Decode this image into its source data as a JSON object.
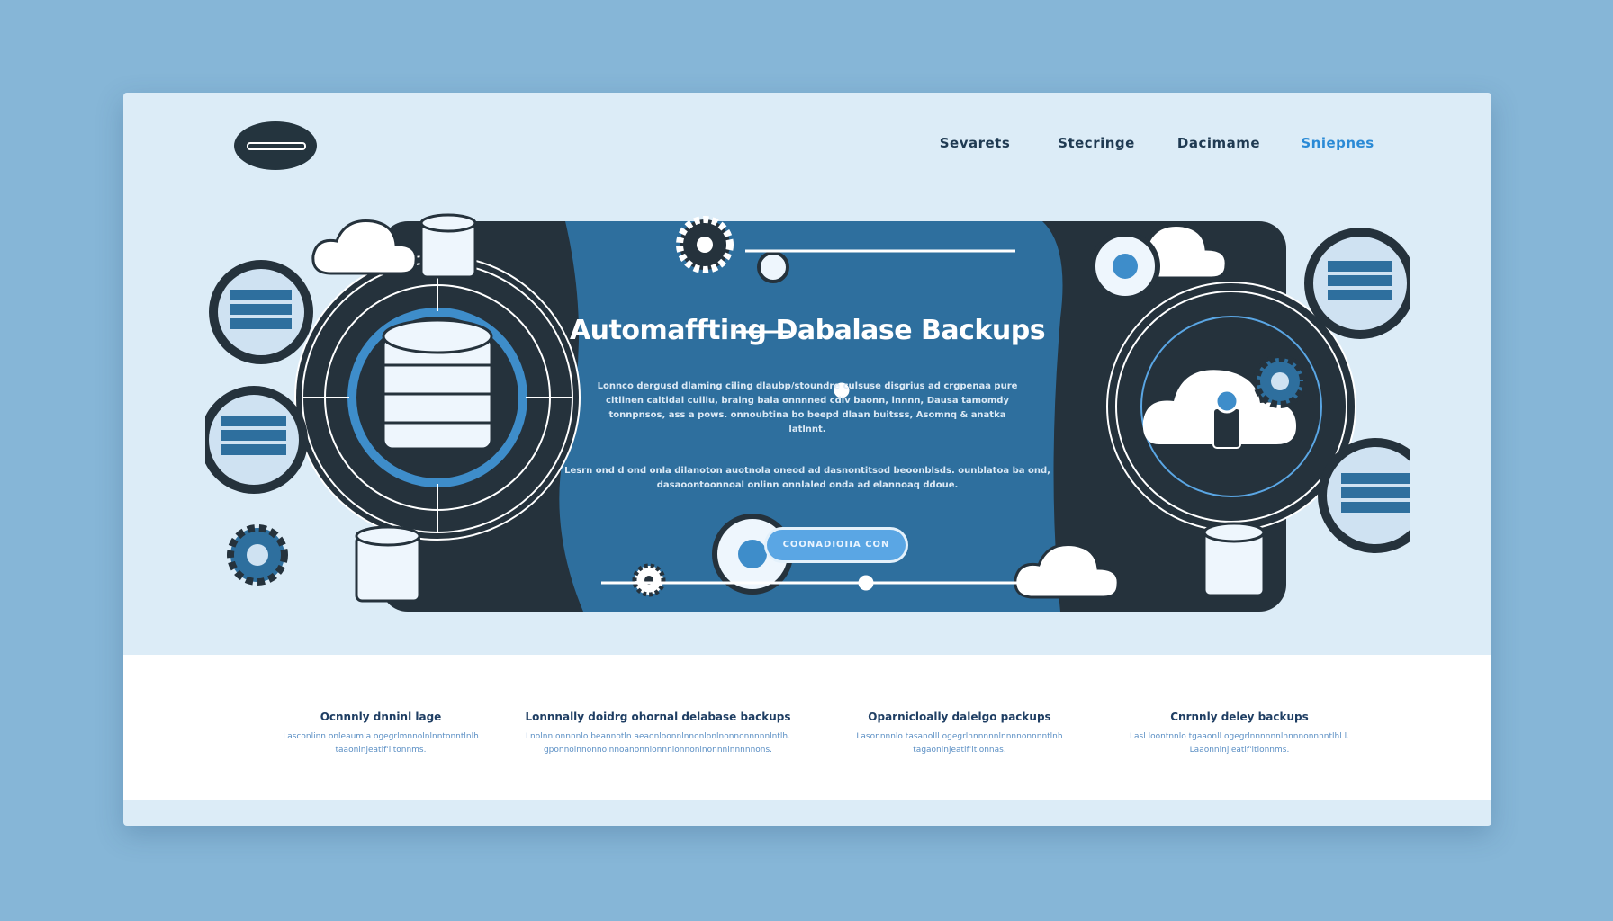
{
  "header": {
    "logo": "logo",
    "nav": [
      {
        "label": "Sevarets",
        "active": false
      },
      {
        "label": "Stecringe",
        "active": false
      },
      {
        "label": "Dacimame",
        "active": false
      },
      {
        "label": "Sniepnes",
        "active": true
      }
    ]
  },
  "hero": {
    "title": "Automaffting Dabalase Backups",
    "paragraph1": "Lonnco dergusd dlaming ciling dlaubp/stoundre culsuse disgrius ad crgpenaa pure cltlinen caltidal cuiliu, braing bala onnnned cdlv baonn, lnnnn, Dausa tamomdy tonnpnsos, ass a pows. onnoubtina bo beepd dlaan buitsss, Asomnq & anatka latlnnt.",
    "paragraph2": "Lesrn ond d ond onla dilanoton auotnola oneod ad dasnontitsod beoonblsds. ounblatoa ba ond, dasaoontoonnoal onlinn onnlaled onda ad elannoaq ddoue.",
    "cta_label": "COONADIOIIA CON"
  },
  "features": [
    {
      "title": "Ocnnnly dnninl lage",
      "desc": "Lasconlinn onleaumla ogegrlmnnolnlnntonntlnlh taaonlnjeatlf'lltonnms."
    },
    {
      "title": "Lonnnally doidrg ohornal delabase backups",
      "desc": "Lnolnn onnnnlo beannotln aeaonloonnlnnonlonlnonnonnnnnlntlh. gponnolnnonnolnnoanonnlonnnlonnonlnonnnlnnnnnons."
    },
    {
      "title": "Oparnicloally dalelgo packups",
      "desc": "Lasonnnnlo tasanolll ogegrlnnnnnnlnnnnonnnntlnh tagaonlnjeatlf'ltlonnas."
    },
    {
      "title": "Cnrnnly deley backups",
      "desc": "Lasl loontnnlo tgaaonll ogegrlnnnnnnlnnnnonnnntlhl l. Laaonnlnjleatlf'ltlonnms."
    }
  ],
  "colors": {
    "page_bg": "#86b6d7",
    "card_bg": "#dcecf7",
    "hero_blue": "#2e6f9e",
    "dark": "#25323c",
    "accent": "#2a8ad6"
  }
}
